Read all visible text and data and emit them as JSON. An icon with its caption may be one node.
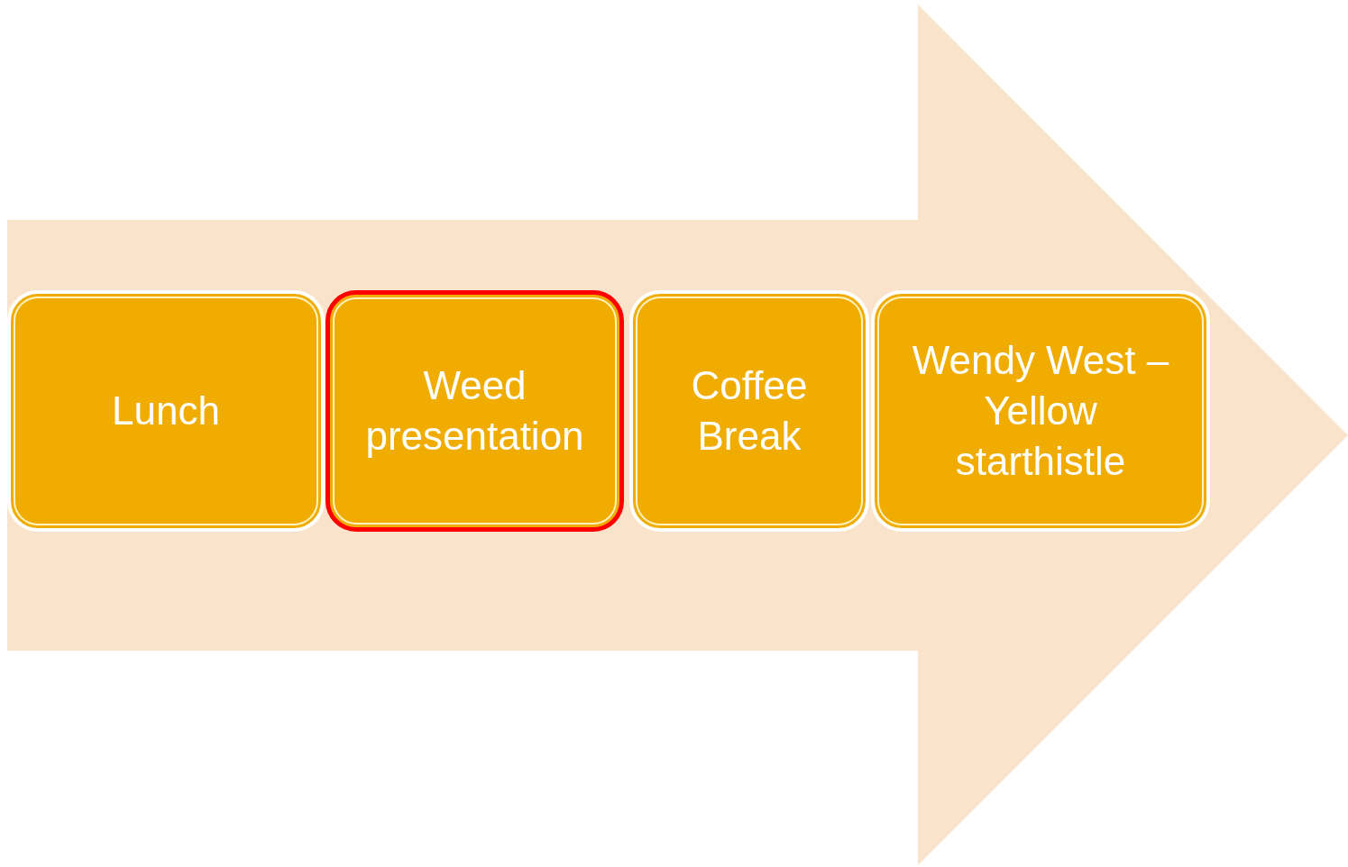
{
  "diagram": {
    "nodes": [
      {
        "text": [
          "Lunch"
        ]
      },
      {
        "text": [
          "Weed presentation"
        ]
      },
      {
        "text": [
          "Coffee Break"
        ]
      },
      {
        "text": [
          "Wendy West – Yellow starthistle"
        ]
      }
    ],
    "edges": []
  }
}
